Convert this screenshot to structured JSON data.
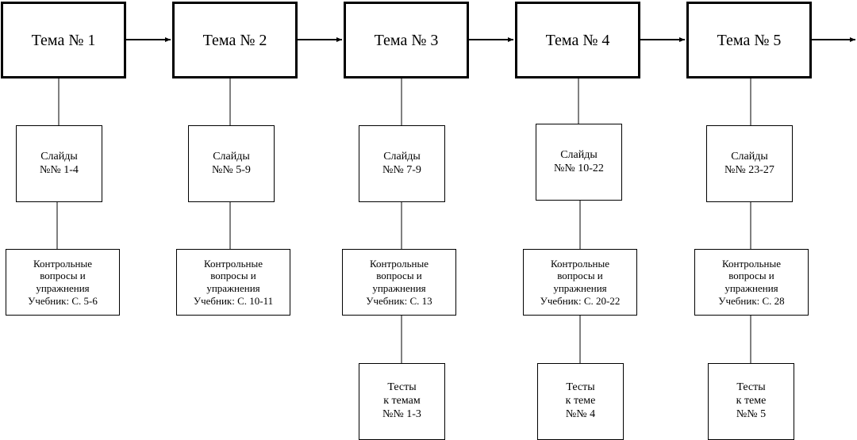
{
  "topics": [
    {
      "title": "Тема № 1",
      "slides": "Слайды\n№№ 1-4",
      "exercises": "Контрольные\nвопросы и\nупражнения\nУчебник: С. 5-6",
      "tests": null
    },
    {
      "title": "Тема № 2",
      "slides": "Слайды\n№№ 5-9",
      "exercises": "Контрольные\nвопросы и\nупражнения\nУчебник: С. 10-11",
      "tests": null
    },
    {
      "title": "Тема № 3",
      "slides": "Слайды\n№№ 7-9",
      "exercises": "Контрольные\nвопросы и\nупражнения\nУчебник: С. 13",
      "tests": "Тесты\nк темам\n№№ 1-3"
    },
    {
      "title": "Тема № 4",
      "slides": "Слайды\n№№ 10-22",
      "exercises": "Контрольные\nвопросы и\nупражнения\nУчебник: С. 20-22",
      "tests": "Тесты\nк теме\n№№ 4"
    },
    {
      "title": "Тема № 5",
      "slides": "Слайды\n№№ 23-27",
      "exercises": "Контрольные\nвопросы и\nупражнения\nУчебник: С. 28",
      "tests": "Тесты\nк теме\n№№ 5"
    }
  ]
}
